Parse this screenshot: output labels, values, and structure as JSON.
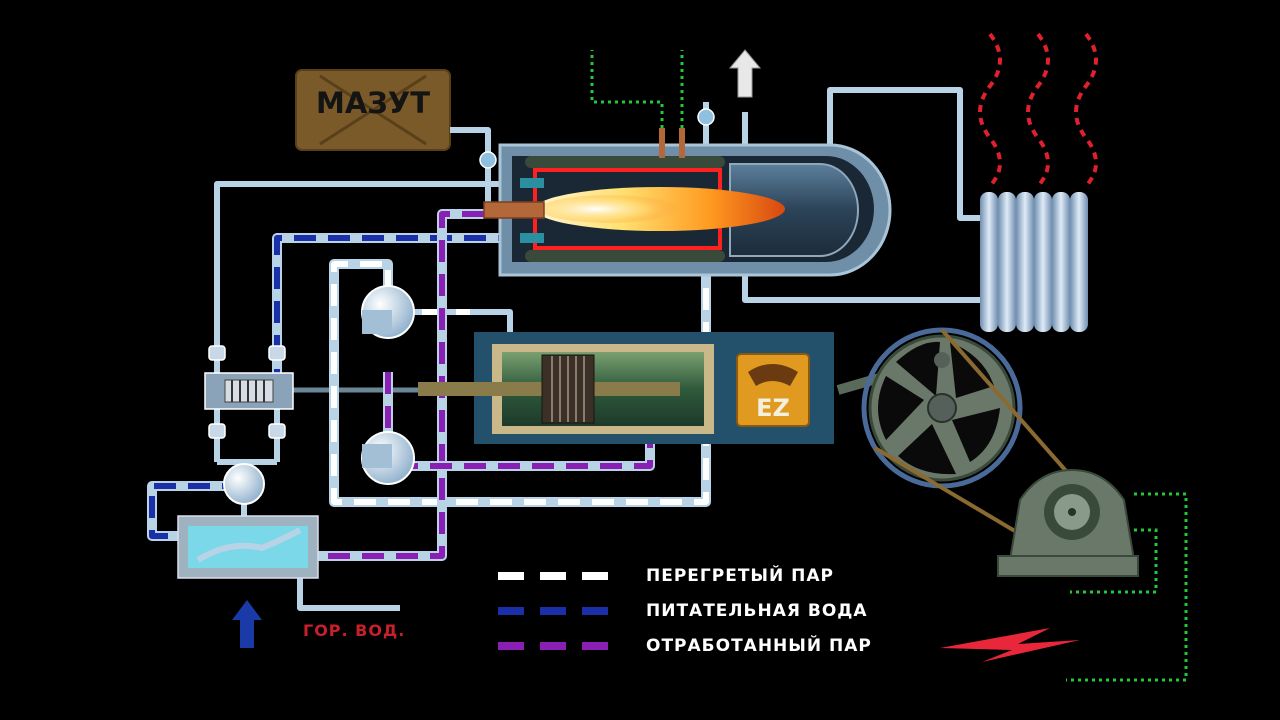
{
  "fuel_tank": {
    "label": "МАЗУТ"
  },
  "engine_logo": {
    "text": "EZ"
  },
  "hot_water_outlet": {
    "label": "ГОР. ВОД."
  },
  "legend": {
    "items": [
      {
        "label": "ПЕРЕГРЕТЫЙ ПАР",
        "color": "#ffffff"
      },
      {
        "label": "ПИТАТЕЛЬНАЯ ВОДА",
        "color": "#1b2fa8"
      },
      {
        "label": "ОТРАБОТАННЫЙ ПАР",
        "color": "#8a1fb4"
      }
    ]
  },
  "colors": {
    "pipe": "#b9d3e6",
    "steam": "#ffffff",
    "feed_water": "#1b2fa8",
    "exhaust_steam": "#8a1fb4",
    "fuel_tank": "#7a5a28",
    "heat_waves": "#e0202e",
    "electric_wire": "#22c83a",
    "lightning": "#e8283a"
  }
}
